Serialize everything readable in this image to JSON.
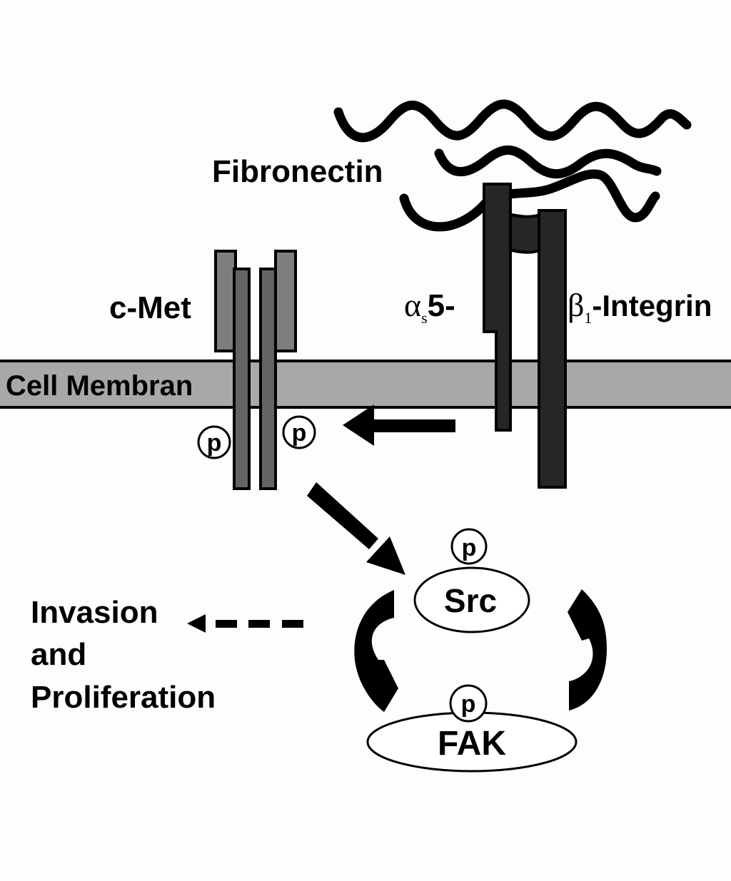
{
  "diagram": {
    "labels": {
      "fibronectin": "Fibronectin",
      "cmet": "c-Met",
      "membrane": "Cell Membran",
      "alpha_greek": "α",
      "alpha_sub": "s",
      "alpha_rest": "5-",
      "beta_greek": "β",
      "beta_sub": "1",
      "beta_rest": "-Integrin",
      "src": "Src",
      "fak": "FAK",
      "outcome_line1": "Invasion",
      "outcome_line2": "and",
      "outcome_line3": "Proliferation",
      "phospho": "p"
    },
    "colors": {
      "membrane": "#a8a8a8",
      "cmet_outer": "#7e7e7e",
      "cmet_inner": "#646464",
      "integrin": "#262626",
      "stroke": "#000000",
      "background": "#fdfdfd"
    }
  }
}
